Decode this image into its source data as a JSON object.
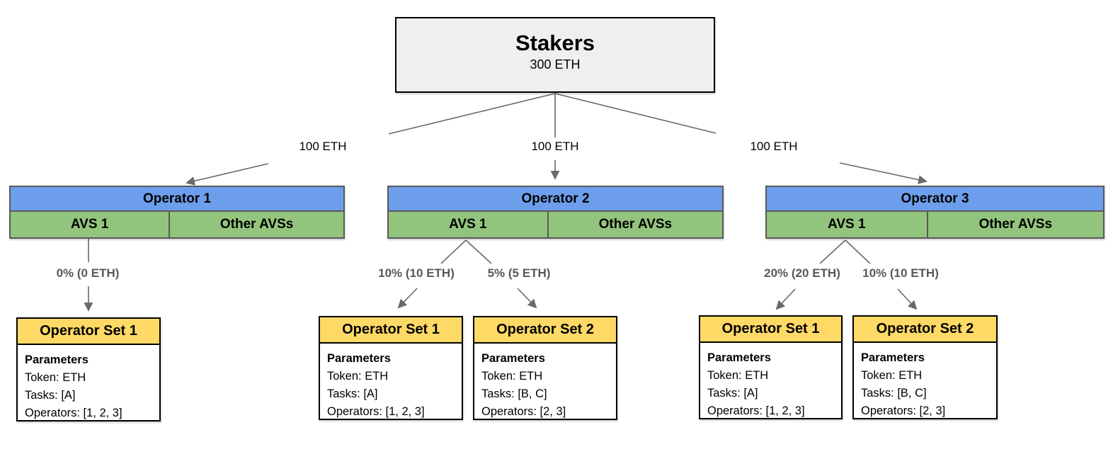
{
  "colors": {
    "operator_blue": "#6d9eeb",
    "avs_green": "#93c47d",
    "set_yellow": "#ffd966",
    "stakers_gray": "#efefef",
    "border_dark": "#595959",
    "line_gray": "#696969",
    "label_gray": "#595959"
  },
  "stakers": {
    "title": "Stakers",
    "amount": "300 ETH"
  },
  "stake_edge_labels": [
    "100 ETH",
    "100 ETH",
    "100 ETH"
  ],
  "operators": [
    {
      "title": "Operator 1",
      "avs1": "AVS 1",
      "other_avs": "Other AVSs"
    },
    {
      "title": "Operator 2",
      "avs1": "AVS 1",
      "other_avs": "Other AVSs"
    },
    {
      "title": "Operator 3",
      "avs1": "AVS 1",
      "other_avs": "Other AVSs"
    }
  ],
  "allocations": [
    "0% (0 ETH)",
    "10% (10 ETH)",
    "5% (5 ETH)",
    "20% (20 ETH)",
    "10% (10 ETH)"
  ],
  "operator_sets": [
    {
      "title": "Operator Set 1",
      "heading": "Parameters",
      "lines": [
        "Token: ETH",
        "Tasks: [A]",
        "Operators: [1, 2, 3]"
      ]
    },
    {
      "title": "Operator Set 1",
      "heading": "Parameters",
      "lines": [
        "Token: ETH",
        "Tasks: [A]",
        "Operators: [1, 2, 3]"
      ]
    },
    {
      "title": "Operator Set 2",
      "heading": "Parameters",
      "lines": [
        "Token: ETH",
        "Tasks: [B, C]",
        "Operators: [2, 3]"
      ]
    },
    {
      "title": "Operator Set 1",
      "heading": "Parameters",
      "lines": [
        "Token: ETH",
        "Tasks: [A]",
        "Operators: [1, 2, 3]"
      ]
    },
    {
      "title": "Operator Set 2",
      "heading": "Parameters",
      "lines": [
        "Token: ETH",
        "Tasks: [B, C]",
        "Operators: [2, 3]"
      ]
    }
  ]
}
